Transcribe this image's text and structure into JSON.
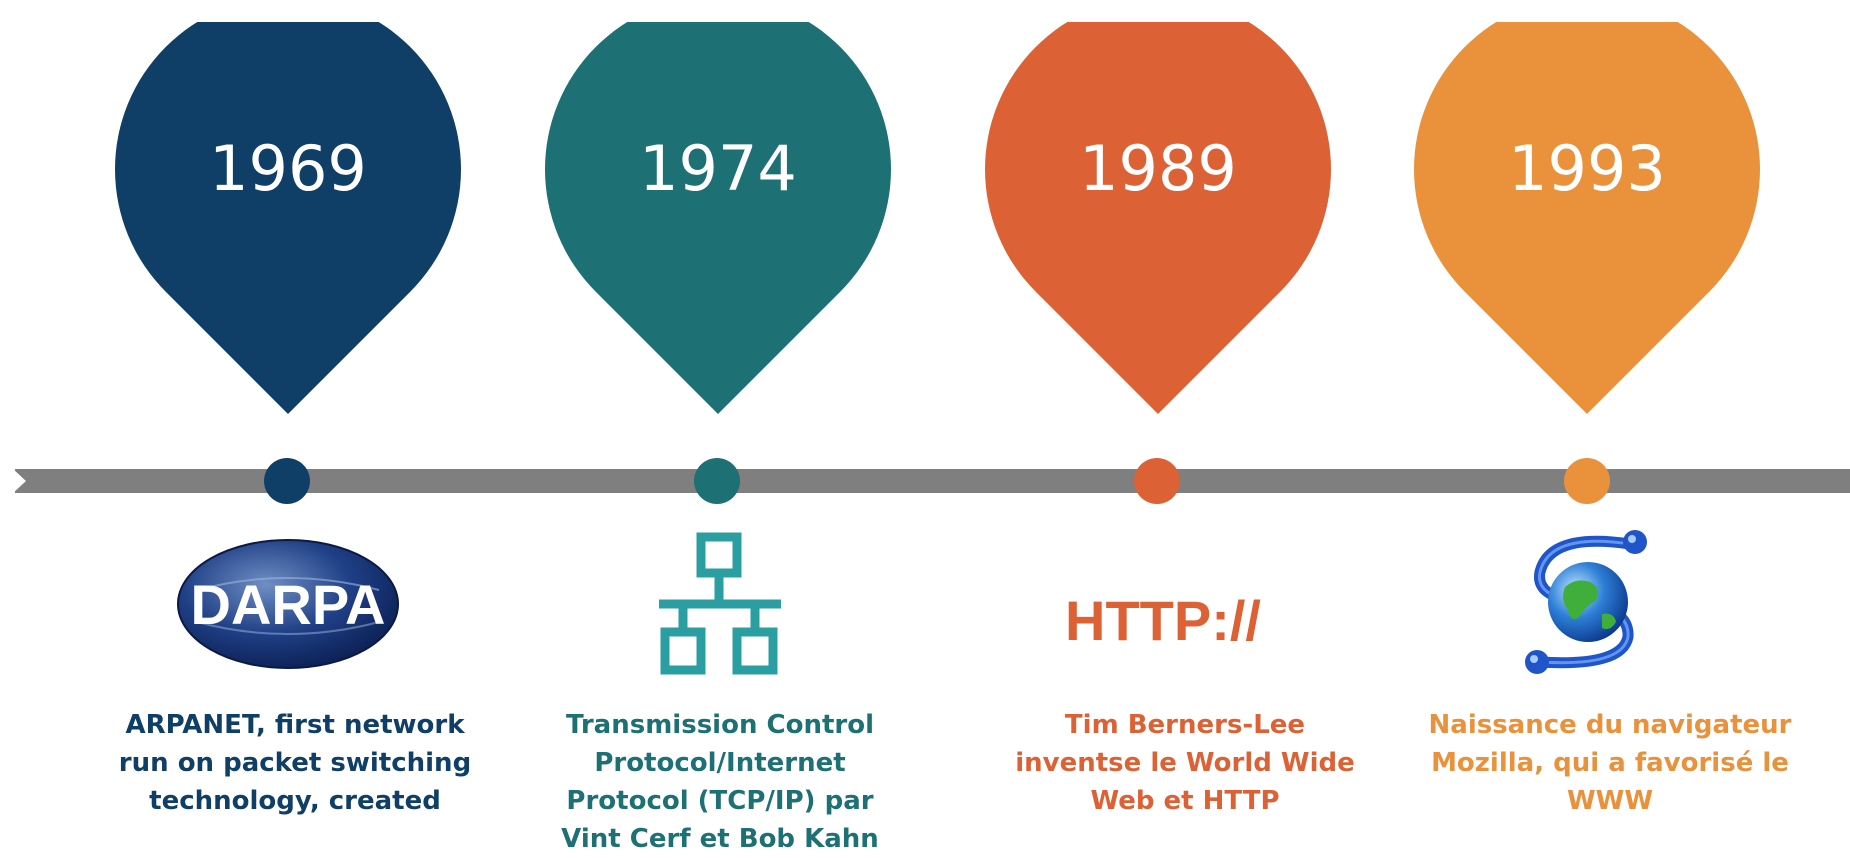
{
  "timeline": {
    "events": [
      {
        "year": "1969",
        "color": "#0f3f66",
        "icon": "darpa-logo",
        "logo_text": "DARPA",
        "caption": "ARPANET, first network run on packet switching technology, created"
      },
      {
        "year": "1974",
        "color": "#1d7073",
        "icon": "network-hierarchy-icon",
        "caption": "Transmission Control Protocol/Internet Protocol (TCP/IP) par  Vint Cerf et  Bob Kahn"
      },
      {
        "year": "1989",
        "color": "#dc6236",
        "icon": "http-text",
        "icon_text": "HTTP://",
        "caption": "Tim Berners-Lee inventse le World Wide Web et HTTP"
      },
      {
        "year": "1993",
        "color": "#e9913b",
        "icon": "globe-browser-icon",
        "caption": "Naissance du navigateur Mozilla, qui a favorisé le WWW"
      }
    ],
    "bar_color": "#7f7f7f",
    "icon_colors": {
      "network": "#2a9ea0",
      "globe_blue": "#1f55c8"
    }
  }
}
